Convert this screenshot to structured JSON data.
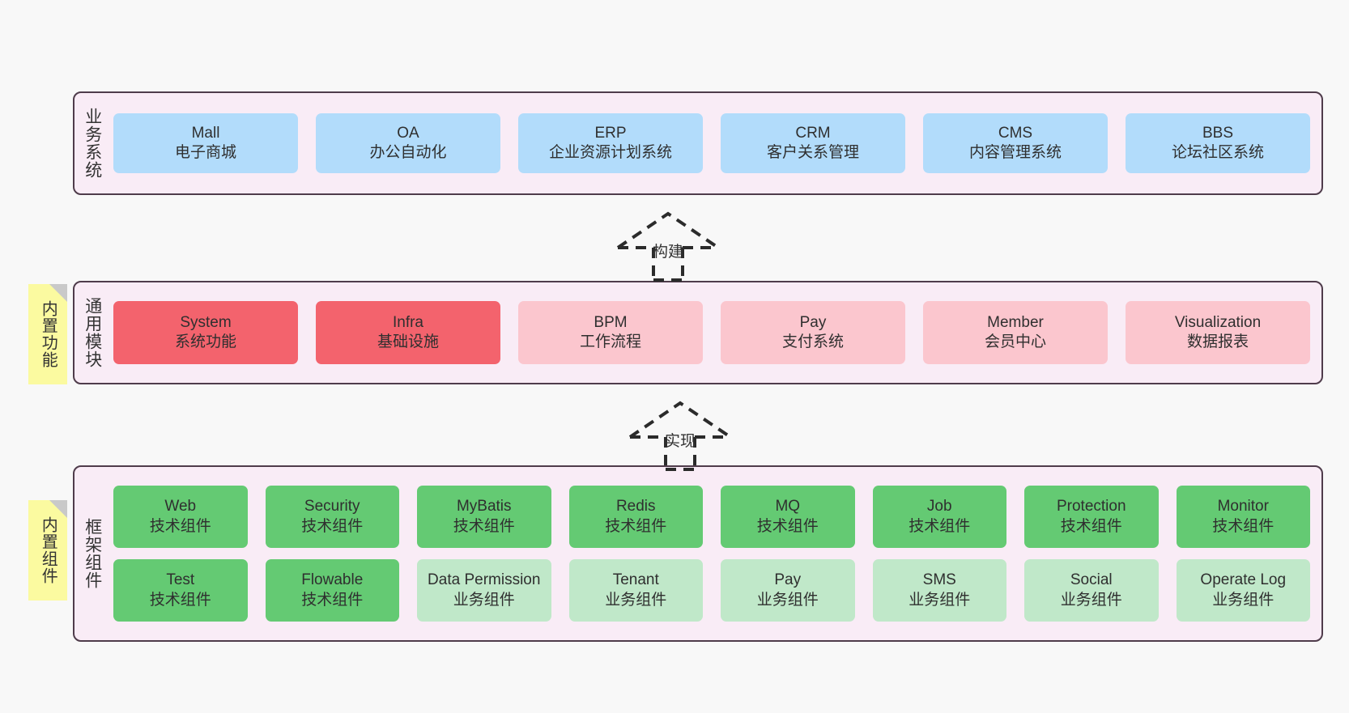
{
  "diagram": {
    "background_color": "#f8f8f8",
    "panel_fill": "#f9ecf6",
    "panel_border": "#4f3c4b"
  },
  "layers": [
    {
      "id": "business-system",
      "title": "业务系统",
      "color": "#b2dcfb",
      "rows": [
        {
          "cards": [
            {
              "name": "Mall",
              "desc": "电子商城",
              "color": "#b2dcfb"
            },
            {
              "name": "OA",
              "desc": "办公自动化",
              "color": "#b2dcfb"
            },
            {
              "name": "ERP",
              "desc": "企业资源计划系统",
              "color": "#b2dcfb"
            },
            {
              "name": "CRM",
              "desc": "客户关系管理",
              "color": "#b2dcfb"
            },
            {
              "name": "CMS",
              "desc": "内容管理系统",
              "color": "#b2dcfb"
            },
            {
              "name": "BBS",
              "desc": "论坛社区系统",
              "color": "#b2dcfb"
            }
          ]
        }
      ]
    },
    {
      "id": "common-module",
      "title": "通用模块",
      "note": "内置功能",
      "rows": [
        {
          "cards": [
            {
              "name": "System",
              "desc": "系统功能",
              "color": "#f3636d"
            },
            {
              "name": "Infra",
              "desc": "基础设施",
              "color": "#f3636d"
            },
            {
              "name": "BPM",
              "desc": "工作流程",
              "color": "#fbc6ce"
            },
            {
              "name": "Pay",
              "desc": "支付系统",
              "color": "#fbc6ce"
            },
            {
              "name": "Member",
              "desc": "会员中心",
              "color": "#fbc6ce"
            },
            {
              "name": "Visualization",
              "desc": "数据报表",
              "color": "#fbc6ce"
            }
          ]
        }
      ]
    },
    {
      "id": "framework-component",
      "title": "框架组件",
      "note": "内置组件",
      "rows": [
        {
          "cards": [
            {
              "name": "Web",
              "desc": "技术组件",
              "color": "#64ca73"
            },
            {
              "name": "Security",
              "desc": "技术组件",
              "color": "#64ca73"
            },
            {
              "name": "MyBatis",
              "desc": "技术组件",
              "color": "#64ca73"
            },
            {
              "name": "Redis",
              "desc": "技术组件",
              "color": "#64ca73"
            },
            {
              "name": "MQ",
              "desc": "技术组件",
              "color": "#64ca73"
            },
            {
              "name": "Job",
              "desc": "技术组件",
              "color": "#64ca73"
            },
            {
              "name": "Protection",
              "desc": "技术组件",
              "color": "#64ca73"
            },
            {
              "name": "Monitor",
              "desc": "技术组件",
              "color": "#64ca73"
            }
          ]
        },
        {
          "cards": [
            {
              "name": "Test",
              "desc": "技术组件",
              "color": "#64ca73"
            },
            {
              "name": "Flowable",
              "desc": "技术组件",
              "color": "#64ca73"
            },
            {
              "name": "Data Permission",
              "desc": "业务组件",
              "color": "#c0e8c9"
            },
            {
              "name": "Tenant",
              "desc": "业务组件",
              "color": "#c0e8c9"
            },
            {
              "name": "Pay",
              "desc": "业务组件",
              "color": "#c0e8c9"
            },
            {
              "name": "SMS",
              "desc": "业务组件",
              "color": "#c0e8c9"
            },
            {
              "name": "Social",
              "desc": "业务组件",
              "color": "#c0e8c9"
            },
            {
              "name": "Operate Log",
              "desc": "业务组件",
              "color": "#c0e8c9"
            }
          ]
        }
      ]
    }
  ],
  "connectors": [
    {
      "id": "build",
      "label": "构建",
      "style": "dashed-hollow-arrow-up"
    },
    {
      "id": "implement",
      "label": "实现",
      "style": "dashed-hollow-arrow-up"
    }
  ]
}
